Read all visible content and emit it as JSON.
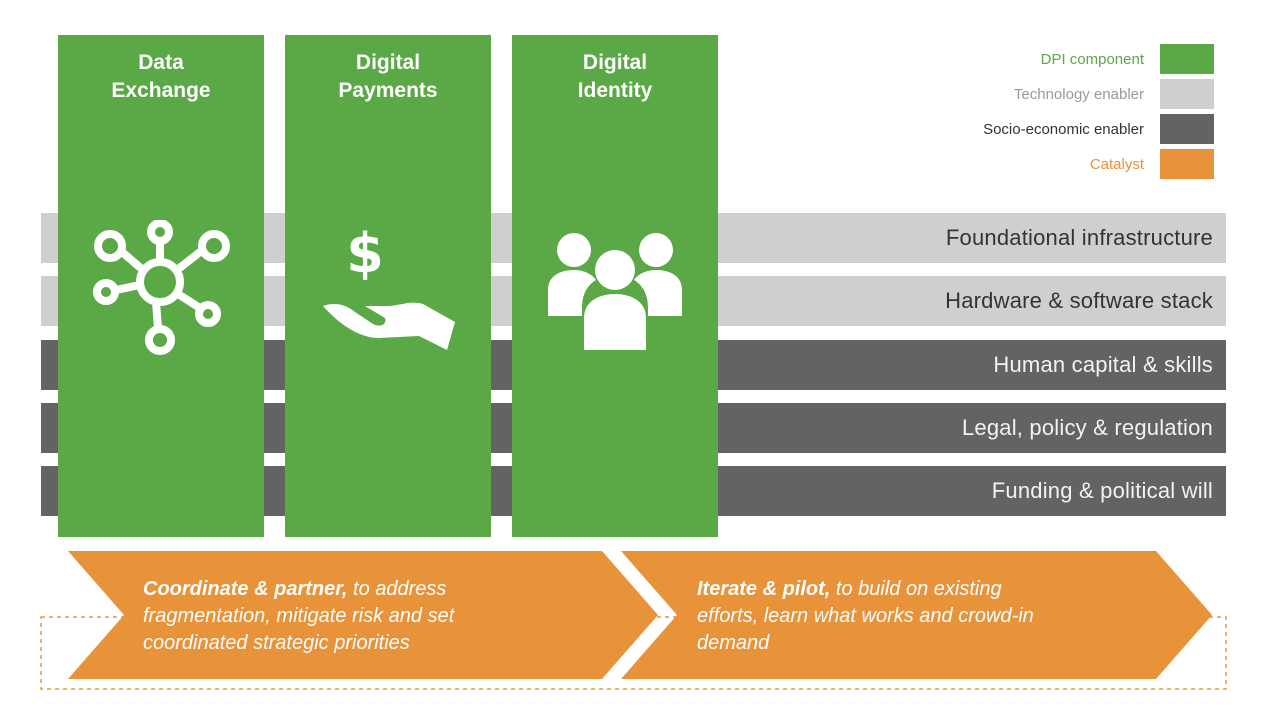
{
  "pillars": [
    {
      "title_line1": "Data",
      "title_line2": "Exchange",
      "icon": "network-hub-icon"
    },
    {
      "title_line1": "Digital",
      "title_line2": "Payments",
      "icon": "hand-dollar-icon"
    },
    {
      "title_line1": "Digital",
      "title_line2": "Identity",
      "icon": "people-group-icon"
    }
  ],
  "layers": [
    {
      "label": "Foundational infrastructure",
      "kind": "technology"
    },
    {
      "label": "Hardware & software stack",
      "kind": "technology"
    },
    {
      "label": "Human capital & skills",
      "kind": "socio-economic"
    },
    {
      "label": "Legal, policy & regulation",
      "kind": "socio-economic"
    },
    {
      "label": "Funding & political will",
      "kind": "socio-economic"
    }
  ],
  "legend": [
    {
      "label": "DPI component",
      "color": "#5aa846"
    },
    {
      "label": "Technology enabler",
      "color": "#cfcfcf"
    },
    {
      "label": "Socio-economic enabler",
      "color": "#636363"
    },
    {
      "label": "Catalyst",
      "color": "#e8923a"
    }
  ],
  "catalysts": [
    {
      "bold": "Coordinate & partner,",
      "rest_line1": " to address",
      "line2": "fragmentation, mitigate risk and set",
      "line3": "coordinated strategic priorities"
    },
    {
      "bold": "Iterate & pilot,",
      "rest_line1": " to build on existing",
      "line2": "efforts, learn what works and crowd-in",
      "line3": "demand"
    }
  ],
  "colors": {
    "green": "#5aa846",
    "light_gray": "#cfcfcf",
    "dark_gray": "#636363",
    "orange": "#e8923a"
  }
}
